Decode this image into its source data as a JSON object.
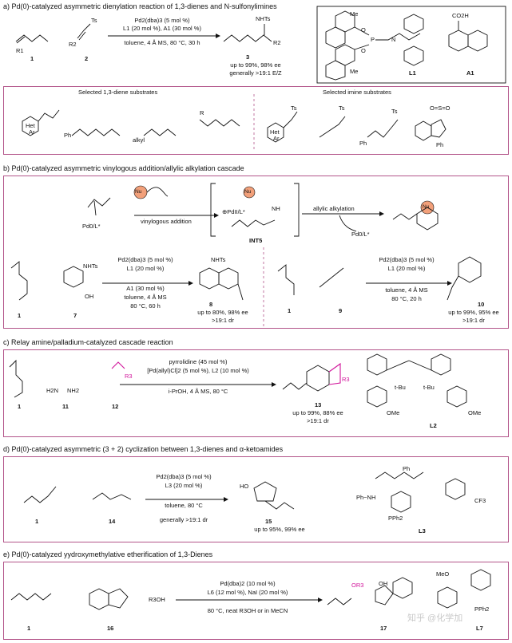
{
  "section_a": {
    "title": "a) Pd(0)-catalyzed asymmetric dienylation reaction of 1,3-dienes and N-sulfonylimines",
    "reagents": [
      "Pd2(dba)3 (5 mol %)",
      "L1 (20 mol %), A1 (30 mol %)"
    ],
    "conditions": "toluene, 4 Å MS, 80 °C, 30 h",
    "label1": "1",
    "label2": "2",
    "label3": "3",
    "nhts": "NHTs",
    "ts": "Ts",
    "r1": "R1",
    "r2": "R2",
    "results": [
      "up to 99%, 98% ee",
      "generally >19:1 E/Z"
    ],
    "ligand_label": "L1",
    "acid_label": "A1",
    "me": "Me",
    "co2h": "CO2H",
    "p": "P",
    "n": "N",
    "o": "O",
    "diene_header": "Selected 1,3-diene substrates",
    "imine_header": "Selected imine substrates",
    "het": "Het",
    "ar": "Ar",
    "ph": "Ph",
    "alkyl": "alkyl",
    "r": "R",
    "so2": "O=S=O"
  },
  "section_b": {
    "title": "b) Pd(0)-catalyzed asymmetric vinylogous addition/allylic alkylation cascade",
    "nu": "Nu",
    "pdl": "Pd0/L*",
    "vinylogous": "vinylogous addition",
    "allylic": "allylic alkylation",
    "int": "INT5",
    "pd_plus": "⊕PdII/L*",
    "nh": "NH",
    "left": {
      "reagents": [
        "Pd2(dba)3 (5 mol %)",
        "L1 (20 mol %)",
        "A1 (30 mol %)",
        "toluene, 4 Å MS",
        "80 °C, 60 h"
      ],
      "labels": [
        "1",
        "7",
        "8"
      ],
      "results": [
        "up to 80%, 98% ee",
        ">19:1 dr"
      ],
      "nhts": "NHTs",
      "oh": "OH"
    },
    "right": {
      "reagents": [
        "Pd2(dba)3 (5 mol %)",
        "L1 (20 mol %)",
        "toluene, 4 Å MS",
        "80 °C, 20 h"
      ],
      "labels": [
        "1",
        "9",
        "10"
      ],
      "results": [
        "up to 99%, 95% ee",
        ">19:1 dr"
      ]
    }
  },
  "section_c": {
    "title": "c) Relay amine/palladium-catalyzed cascade reaction",
    "reagents": [
      "pyrrolidine (45 mol %)",
      "[Pd(allyl)Cl]2 (5 mol %), L2 (10 mol %)",
      "i-PrOH, 4 Å MS, 80 °C"
    ],
    "labels": [
      "1",
      "11",
      "12",
      "13",
      "L2"
    ],
    "results": [
      "up to 99%, 88% ee",
      ">19:1 dr"
    ],
    "tbu": "t-Bu",
    "ome": "OMe",
    "h2n": "H2N",
    "nh2": "NH2",
    "r3": "R3"
  },
  "section_d": {
    "title": "d) Pd(0)-catalyzed asymmetric (3 + 2) cyclization between 1,3-dienes and α-ketoamides",
    "reagents": [
      "Pd2(dba)3 (5 mol %)",
      "L3 (20 mol %)",
      "toluene, 80 °C",
      "generally >19:1 dr"
    ],
    "labels": [
      "1",
      "14",
      "15",
      "L3"
    ],
    "results": [
      "up to 95%, 99% ee"
    ],
    "ho": "HO",
    "phnh": "Ph~NH",
    "pph2": "PPh2",
    "cf3": "CF3",
    "ph": "Ph"
  },
  "section_e": {
    "title": "e) Pd(0)-catalyzed yydroxymethylative etherification of 1,3-Dienes",
    "reagents": [
      "Pd(dba)2 (10 mol %)",
      "L6 (12 mol %), NaI (20 mol %)",
      "80 °C, neat R3OH or in MeCN"
    ],
    "labels": [
      "1",
      "16",
      "17",
      "L7"
    ],
    "r3oh": "R3OH",
    "or3": "OR3",
    "oh": "OH",
    "ome": "MeO",
    "pph2": "PPh2",
    "watermark": "知乎 @化学加"
  }
}
